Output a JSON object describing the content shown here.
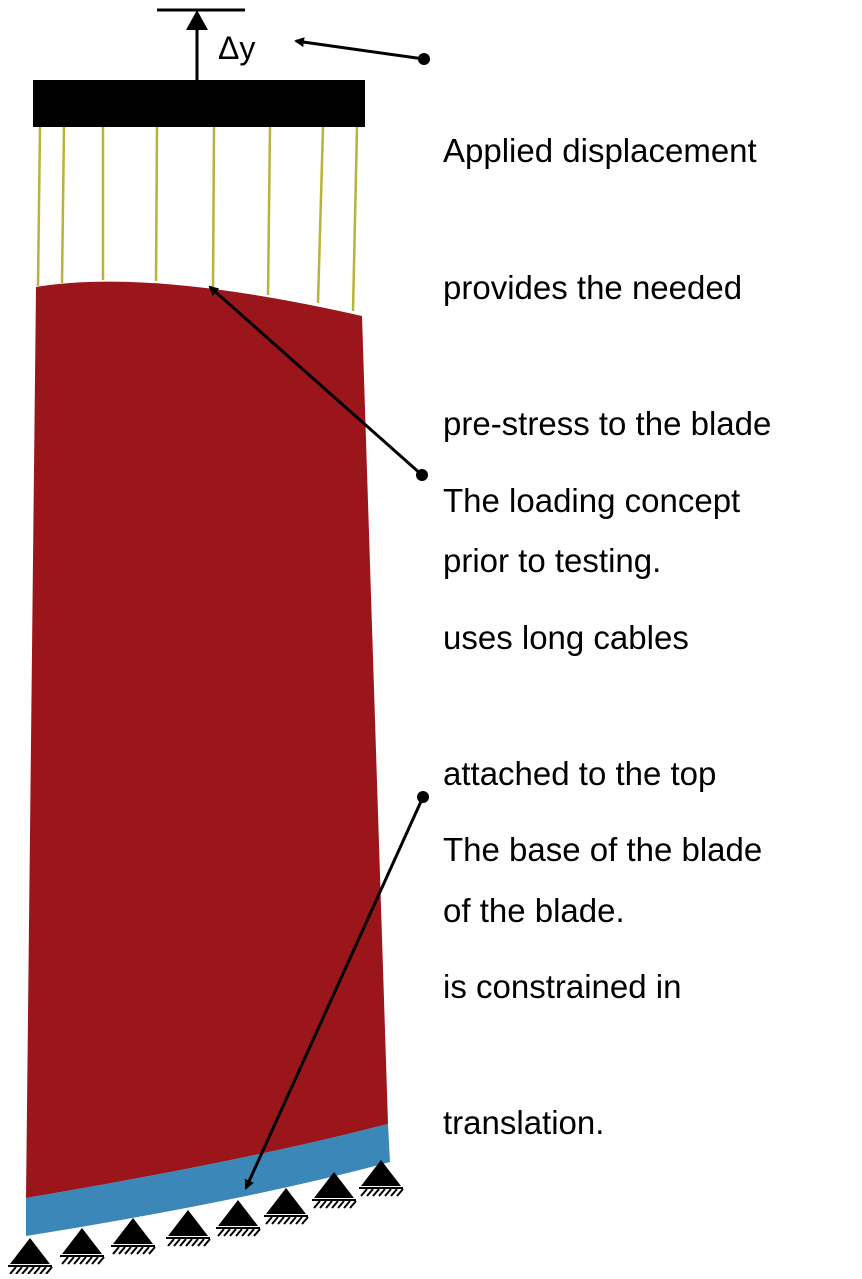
{
  "labels": {
    "displacement_symbol": "Δy"
  },
  "callouts": [
    {
      "id": "applied-displacement",
      "lines": [
        "Applied displacement",
        "provides the needed",
        "pre-stress to the blade",
        "prior to testing."
      ]
    },
    {
      "id": "loading-concept",
      "lines": [
        "The loading concept",
        "uses long cables",
        "attached to the top",
        "of the blade."
      ]
    },
    {
      "id": "base-constraint",
      "lines": [
        "The base of the blade",
        "is constrained in",
        "translation."
      ]
    }
  ],
  "colors": {
    "blade": "#9b161b",
    "base_band": "#3a87b8",
    "cables": "#b8b33a",
    "loading_bar": "#000000",
    "supports": "#000000"
  }
}
